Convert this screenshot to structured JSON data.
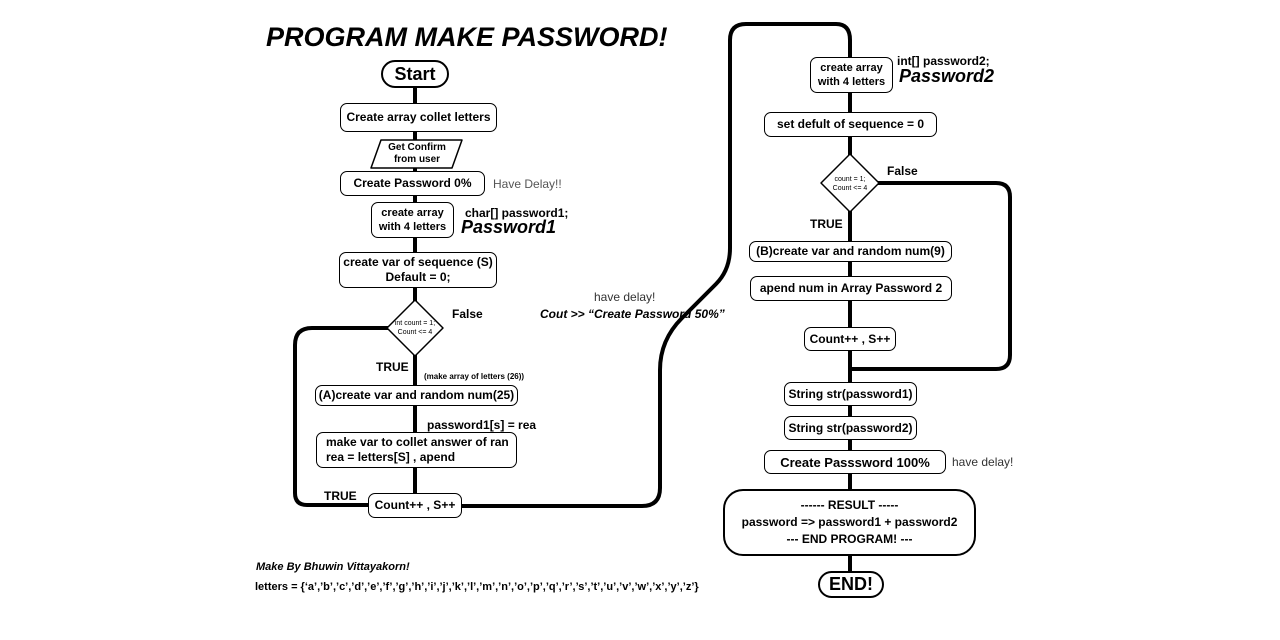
{
  "title": "PROGRAM MAKE PASSWORD!",
  "left": {
    "start": "Start",
    "create_array_collet": "Create array collet letters",
    "get_confirm": "Get Confirm\nfrom user",
    "create_password_0": "Create Password 0%",
    "have_delay_1": "Have Delay!!",
    "create_array_4": "create array\nwith 4 letters",
    "char_password1": "char[] password1;",
    "password1_label": "Password1",
    "create_var_sequence": "create var of sequence (S)\nDefault = 0;",
    "decision": "int count = 1;\nCount <= 4",
    "false_label": "False",
    "true_label": "TRUE",
    "make_array_note": "(make array of letters (26))",
    "create_var_random_a": "(A)create var and random num(25)",
    "password1_assign": "password1[s] = rea",
    "make_var_collet": "make var to collet answer of ran\nrea = letters[S] , apend",
    "loop_true_label": "TRUE",
    "count_increment": "Count++ , S++",
    "have_delay_2": "have delay!",
    "cout_50": "Cout >> “Create Password 50%”"
  },
  "right": {
    "create_array_4": "create array\nwith 4 letters",
    "int_password2": "int[] password2;",
    "password2_label": "Password2",
    "set_default": "set defult of sequence = 0",
    "decision": "count = 1;\nCount <= 4",
    "false_label": "False",
    "true_label": "TRUE",
    "create_var_random_b": "(B)create var and random num(9)",
    "append_num": "apend num in Array Password 2",
    "count_increment": "Count++ , S++",
    "string_str_1": "String str(password1)",
    "string_str_2": "String str(password2)",
    "create_password_100": "Create Passsword 100%",
    "have_delay_3": "have delay!",
    "result_header": "------ RESULT -----",
    "result_formula": "password => password1 + password2",
    "end_program": "--- END PROGRAM! ---",
    "end": "END!"
  },
  "footer": {
    "author": "Make By Bhuwin Vittayakorn!",
    "letters": "letters = {‘a’,’b’,’c’,’d’,’e’,’f’,’g’,’h’,’i’,’j’,’k’,’l’,’m’,’n’,’o’,’p’,’q’,’r’,’s’,’t’,’u’,’v’,’w’,’x’,’y’,’z’}"
  }
}
